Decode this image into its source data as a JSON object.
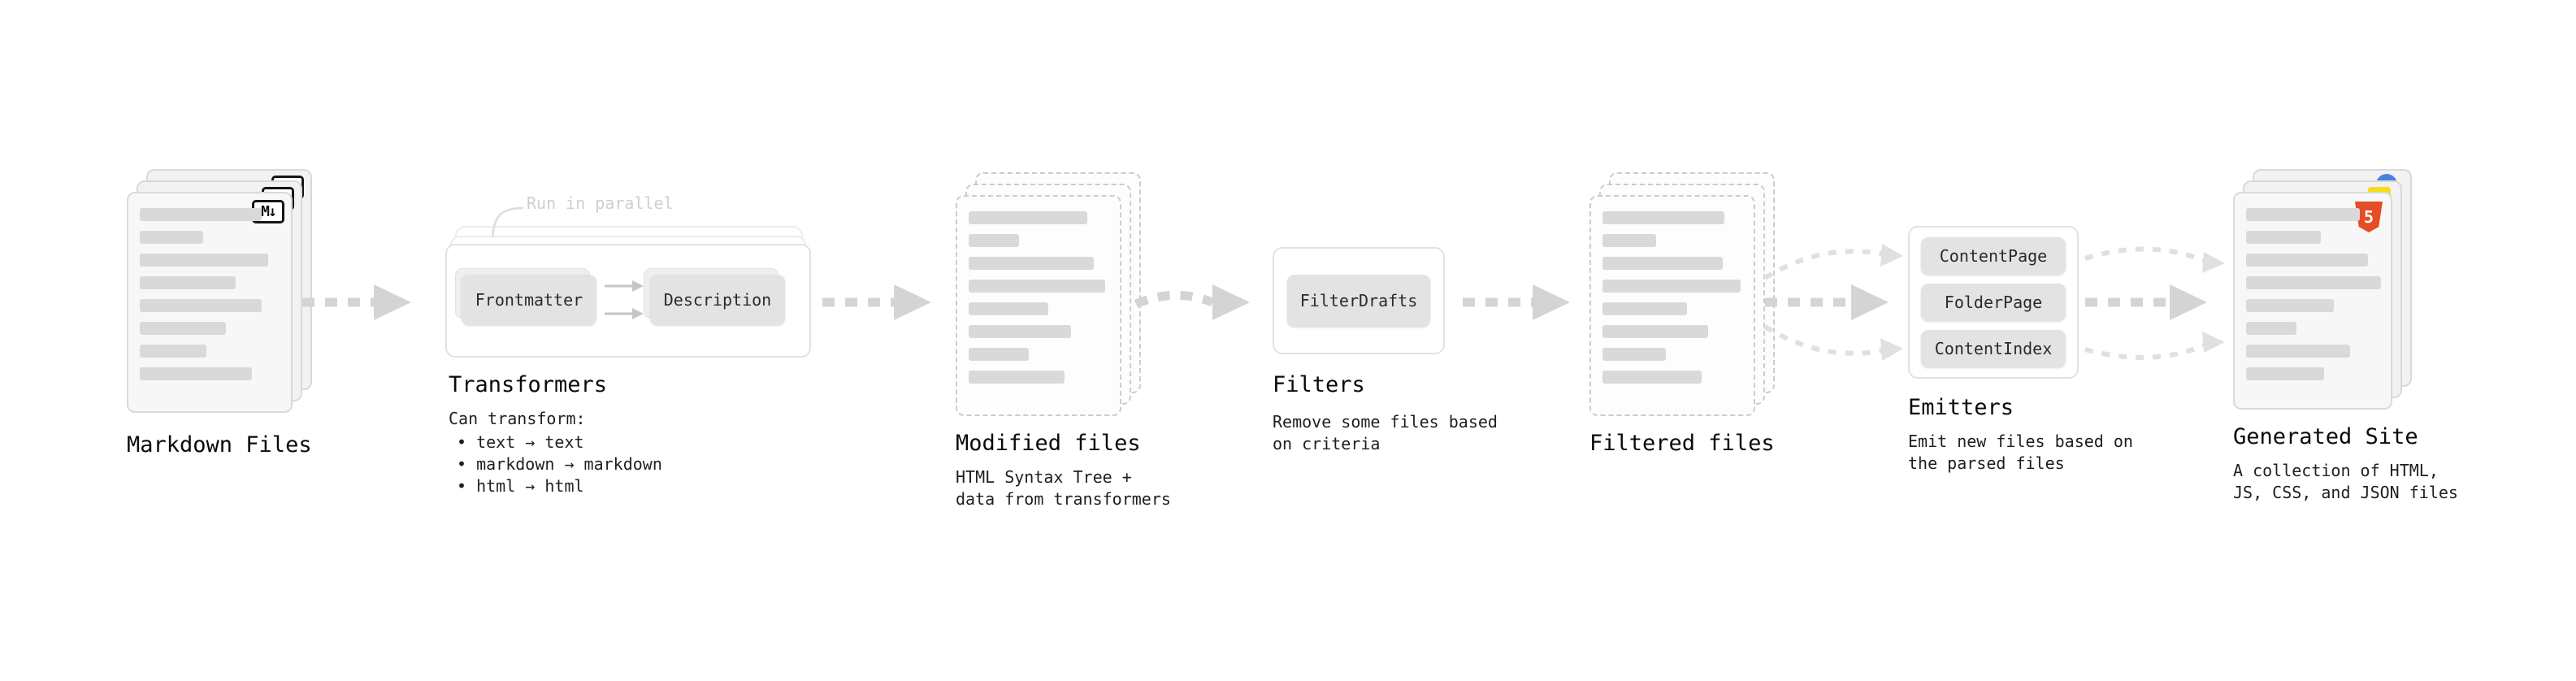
{
  "diagram": {
    "markdown_files": {
      "label": "Markdown Files",
      "badge": "M↓"
    },
    "transformers": {
      "parallel_note": "Run in parallel",
      "nodes": [
        "Frontmatter",
        "Description"
      ],
      "label": "Transformers",
      "desc_title": "Can transform:",
      "bullets": [
        "• text → text",
        "• markdown → markdown",
        "• html → html"
      ]
    },
    "modified_files": {
      "label": "Modified files",
      "desc": "HTML Syntax Tree +\ndata from transformers"
    },
    "filters": {
      "node": "FilterDrafts",
      "label": "Filters",
      "desc": "Remove some files based\non criteria"
    },
    "filtered_files": {
      "label": "Filtered files"
    },
    "emitters": {
      "nodes": [
        "ContentPage",
        "FolderPage",
        "ContentIndex"
      ],
      "label": "Emitters",
      "desc": "Emit new files based on\nthe parsed files"
    },
    "generated_site": {
      "label": "Generated Site",
      "badge": "5",
      "desc": "A collection of HTML,\nJS, CSS, and JSON files"
    }
  }
}
